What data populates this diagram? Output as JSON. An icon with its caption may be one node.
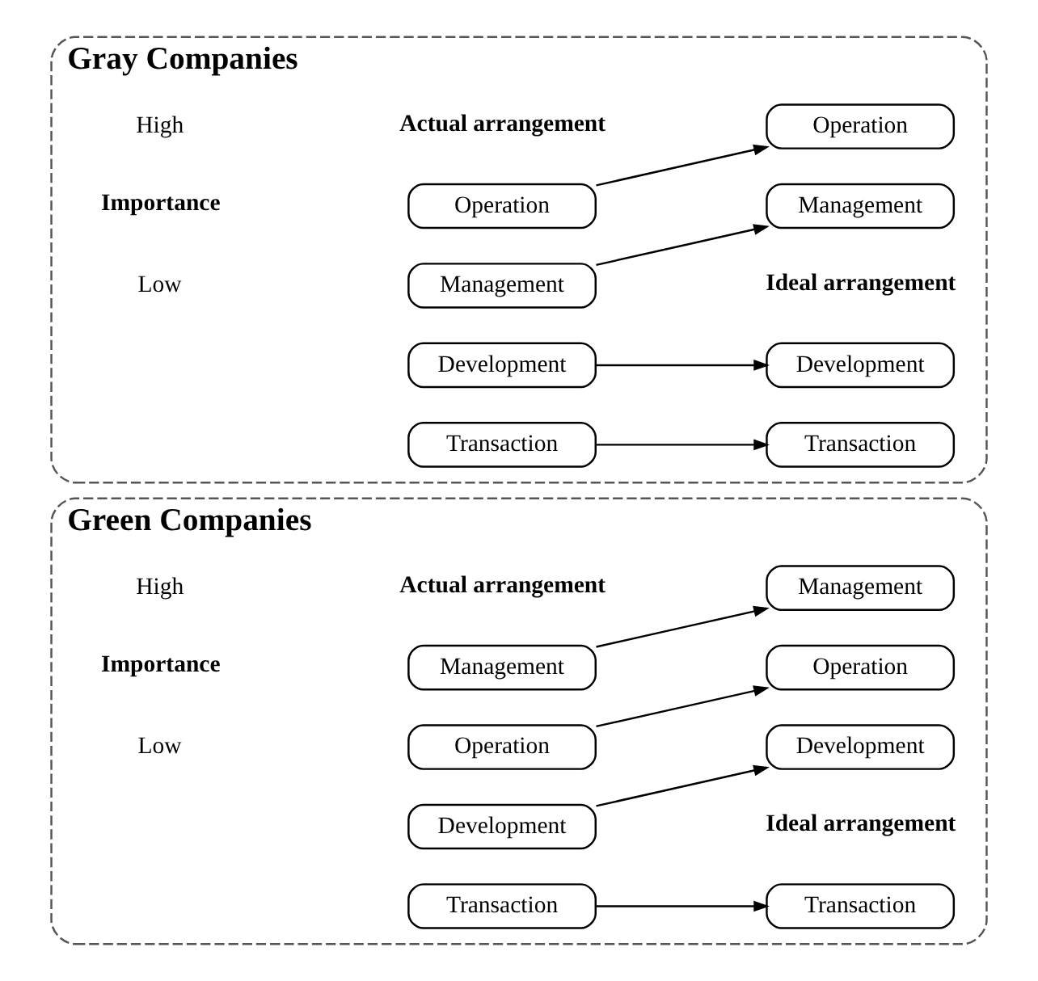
{
  "diagram": {
    "nodes": [
      {
        "text": [
          "Gray Companies"
        ]
      },
      {
        "text": [
          "Operation"
        ],
        "in": 0
      },
      {
        "text": [
          "Development"
        ],
        "in": 0
      },
      {
        "text": [
          "Management"
        ],
        "in": 0
      },
      {
        "text": [
          "Management"
        ],
        "in": 0
      },
      {
        "text": [
          "Development"
        ],
        "in": 0
      },
      {
        "text": [
          "Transaction"
        ],
        "in": 0
      },
      {
        "text": [
          "Transaction"
        ],
        "in": 0
      },
      {
        "text": [
          "Operation"
        ],
        "in": 0
      },
      {
        "text": [
          "Green Companies"
        ]
      },
      {
        "text": [
          "Management"
        ],
        "in": 9
      },
      {
        "text": [
          "Transaction"
        ],
        "in": 9
      },
      {
        "text": [
          "Operation"
        ],
        "in": 9
      },
      {
        "text": [
          "Management"
        ],
        "in": 9
      },
      {
        "text": [
          "Development"
        ],
        "in": 9
      },
      {
        "text": [
          "Development"
        ],
        "in": 9
      },
      {
        "text": [
          "Transaction"
        ],
        "in": 9
      },
      {
        "text": [
          "Operation"
        ],
        "in": 9
      }
    ],
    "edges": [
      {
        "from": 1,
        "to": 8,
        "arrow": "to"
      },
      {
        "from": 3,
        "to": 4,
        "arrow": "to"
      },
      {
        "from": 5,
        "to": 2,
        "arrow": "to"
      },
      {
        "from": 7,
        "to": 6,
        "arrow": "to"
      },
      {
        "from": 10,
        "to": 13,
        "arrow": "to"
      },
      {
        "from": 12,
        "to": 17,
        "arrow": "to"
      },
      {
        "from": 14,
        "to": 15,
        "arrow": "to"
      },
      {
        "from": 16,
        "to": 11,
        "arrow": "to"
      }
    ],
    "labels": [
      "Actual arrangement",
      "Ideal arrangement",
      "High",
      "Importance",
      "Low",
      "Actual arrangement",
      "Ideal arrangement",
      "High",
      "Importance",
      "Low"
    ]
  }
}
